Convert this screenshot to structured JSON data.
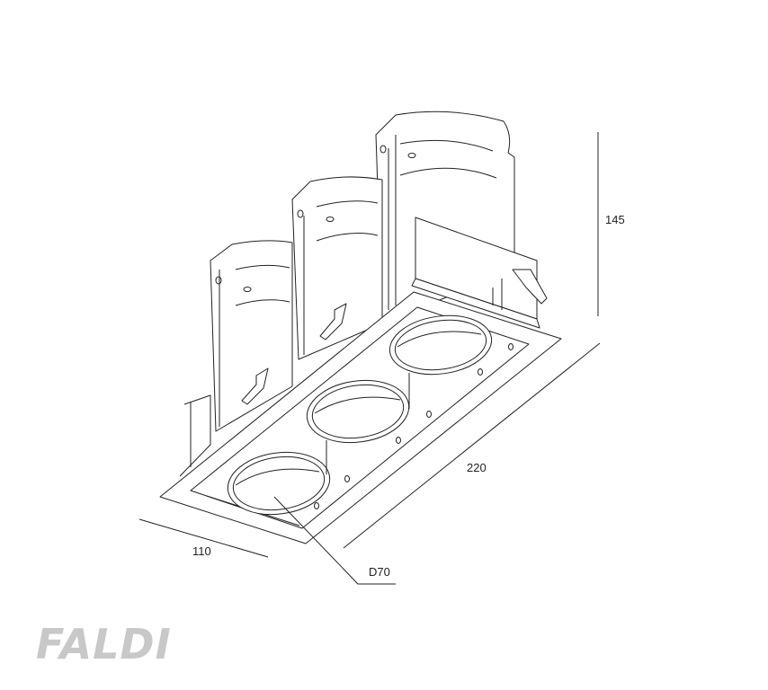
{
  "drawing": {
    "dimensions": {
      "height": "145",
      "length": "220",
      "width": "110",
      "diameter": "D70"
    },
    "logo": "FALDI",
    "colors": {
      "line": "#222222",
      "logo": "#c8c8c8"
    }
  }
}
